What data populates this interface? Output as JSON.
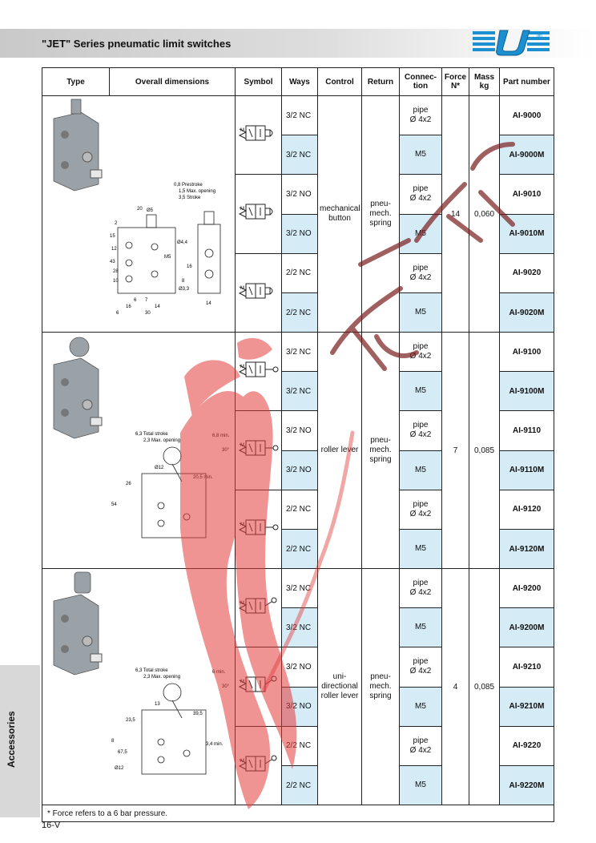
{
  "header": {
    "title": "\"JET\" Series pneumatic limit switches"
  },
  "table": {
    "headers": {
      "type": "Type",
      "overall_dimensions": "Overall dimensions",
      "symbol": "Symbol",
      "ways": "Ways",
      "control": "Control",
      "return": "Return",
      "connection": "Connec-tion",
      "force": "Force N*",
      "mass": "Mass kg",
      "part_number": "Part number"
    },
    "groups": [
      {
        "control": "mechanical button",
        "return": "pneu-mech. spring",
        "force": "14",
        "mass": "0,060",
        "rows": [
          {
            "ways": "3/2 NC",
            "conn": "pipe\nØ 4x2",
            "part": "AI-9000"
          },
          {
            "ways": "3/2 NC",
            "conn": "M5",
            "part": "AI-9000M"
          },
          {
            "ways": "3/2 NO",
            "conn": "pipe\nØ 4x2",
            "part": "AI-9010"
          },
          {
            "ways": "3/2 NO",
            "conn": "M5",
            "part": "AI-9010M"
          },
          {
            "ways": "2/2 NC",
            "conn": "pipe\nØ 4x2",
            "part": "AI-9020"
          },
          {
            "ways": "2/2 NC",
            "conn": "M5",
            "part": "AI-9020M"
          }
        ]
      },
      {
        "control": "roller lever",
        "return": "pneu-mech. spring",
        "force": "7",
        "mass": "0,085",
        "rows": [
          {
            "ways": "3/2 NC",
            "conn": "pipe\nØ 4x2",
            "part": "AI-9100"
          },
          {
            "ways": "3/2 NC",
            "conn": "M5",
            "part": "AI-9100M"
          },
          {
            "ways": "3/2 NO",
            "conn": "pipe\nØ 4x2",
            "part": "AI-9110"
          },
          {
            "ways": "3/2 NO",
            "conn": "M5",
            "part": "AI-9110M"
          },
          {
            "ways": "2/2 NC",
            "conn": "pipe\nØ 4x2",
            "part": "AI-9120"
          },
          {
            "ways": "2/2 NC",
            "conn": "M5",
            "part": "AI-9120M"
          }
        ]
      },
      {
        "control": "uni-directional roller lever",
        "return": "pneu-mech. spring",
        "force": "4",
        "mass": "0,085",
        "rows": [
          {
            "ways": "3/2 NC",
            "conn": "pipe\nØ 4x2",
            "part": "AI-9200"
          },
          {
            "ways": "3/2 NC",
            "conn": "M5",
            "part": "AI-9200M"
          },
          {
            "ways": "3/2 NO",
            "conn": "pipe\nØ 4x2",
            "part": "AI-9210"
          },
          {
            "ways": "3/2 NO",
            "conn": "M5",
            "part": "AI-9210M"
          },
          {
            "ways": "2/2 NC",
            "conn": "pipe\nØ 4x2",
            "part": "AI-9220"
          },
          {
            "ways": "2/2 NC",
            "conn": "M5",
            "part": "AI-9220M"
          }
        ]
      }
    ],
    "footnote": "* Force refers to a 6 bar pressure."
  },
  "drawings": {
    "button": {
      "prestroke": "0,8 Prestroke",
      "max_opening": "1,5 Max. opening",
      "stroke": "3,5 Stroke",
      "dims": [
        "20",
        "Ø5",
        "2",
        "15",
        "43",
        "28",
        "12",
        "10",
        "Ø4,4",
        "M5",
        "16",
        "8",
        "Ø3,3",
        "6",
        "7",
        "16",
        "14",
        "6",
        "30",
        "14"
      ]
    },
    "roller": {
      "total_stroke": "6,3 Total stroke",
      "max_opening": "2,3 Max. opening",
      "min": "6,8 min.",
      "angle": "30°",
      "dims": [
        "Ø12",
        "26",
        "54",
        "20,5 min."
      ]
    },
    "unidir": {
      "total_stroke": "6,3 Total stroke",
      "max_opening": "2,3 Max. opening",
      "min": "6 min.",
      "angle": "30°",
      "dims": [
        "13",
        "23,5",
        "8",
        "39,5",
        "67,5",
        "Ø12",
        "3,4 min."
      ]
    }
  },
  "colors": {
    "accent_blue": "#d5ecf7",
    "logo_blue": "#1b8fd0",
    "watermark_red": "#e23b3b"
  },
  "side_tab": {
    "label": "Accessories"
  },
  "page_number": "16-V",
  "logo": {
    "registered": "®"
  }
}
